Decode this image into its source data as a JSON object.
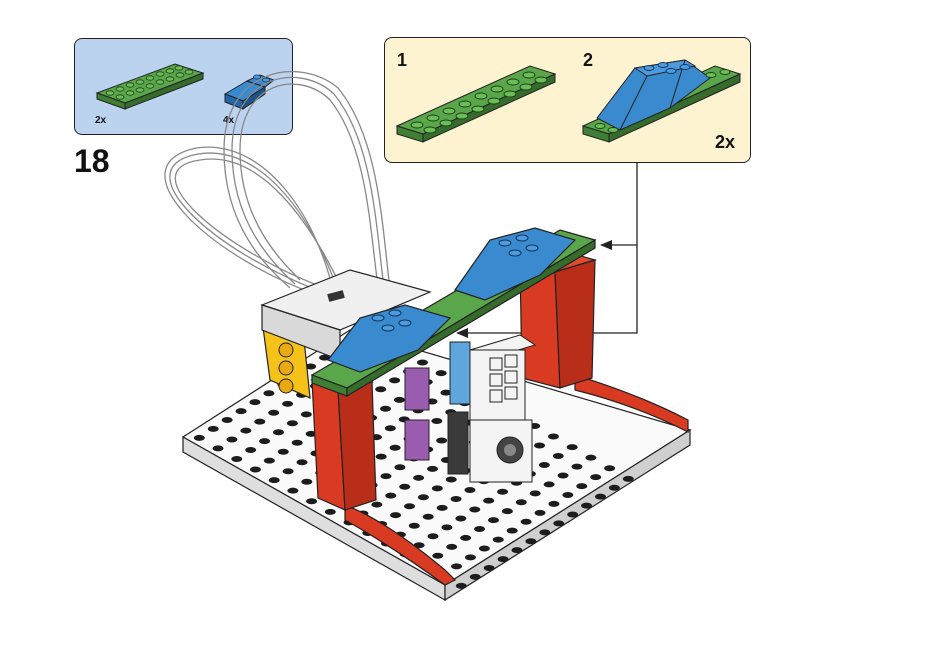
{
  "step": {
    "number": "18"
  },
  "parts_list": {
    "items": [
      {
        "name": "green-plate-2x8",
        "quantity": "2x"
      },
      {
        "name": "blue-slope-brick",
        "quantity": "4x"
      }
    ]
  },
  "sub_assembly": {
    "steps": [
      {
        "number": "1"
      },
      {
        "number": "2"
      }
    ],
    "multiplier": "2x"
  },
  "colors": {
    "green": "#4c9a3c",
    "blue": "#2f7ec4",
    "red": "#d83a22",
    "yellow": "#f5c21a",
    "white": "#f4f4f4",
    "purple": "#9a5cae",
    "panel_blue": "#bcd3ef",
    "panel_cream": "#fdf3d1"
  }
}
